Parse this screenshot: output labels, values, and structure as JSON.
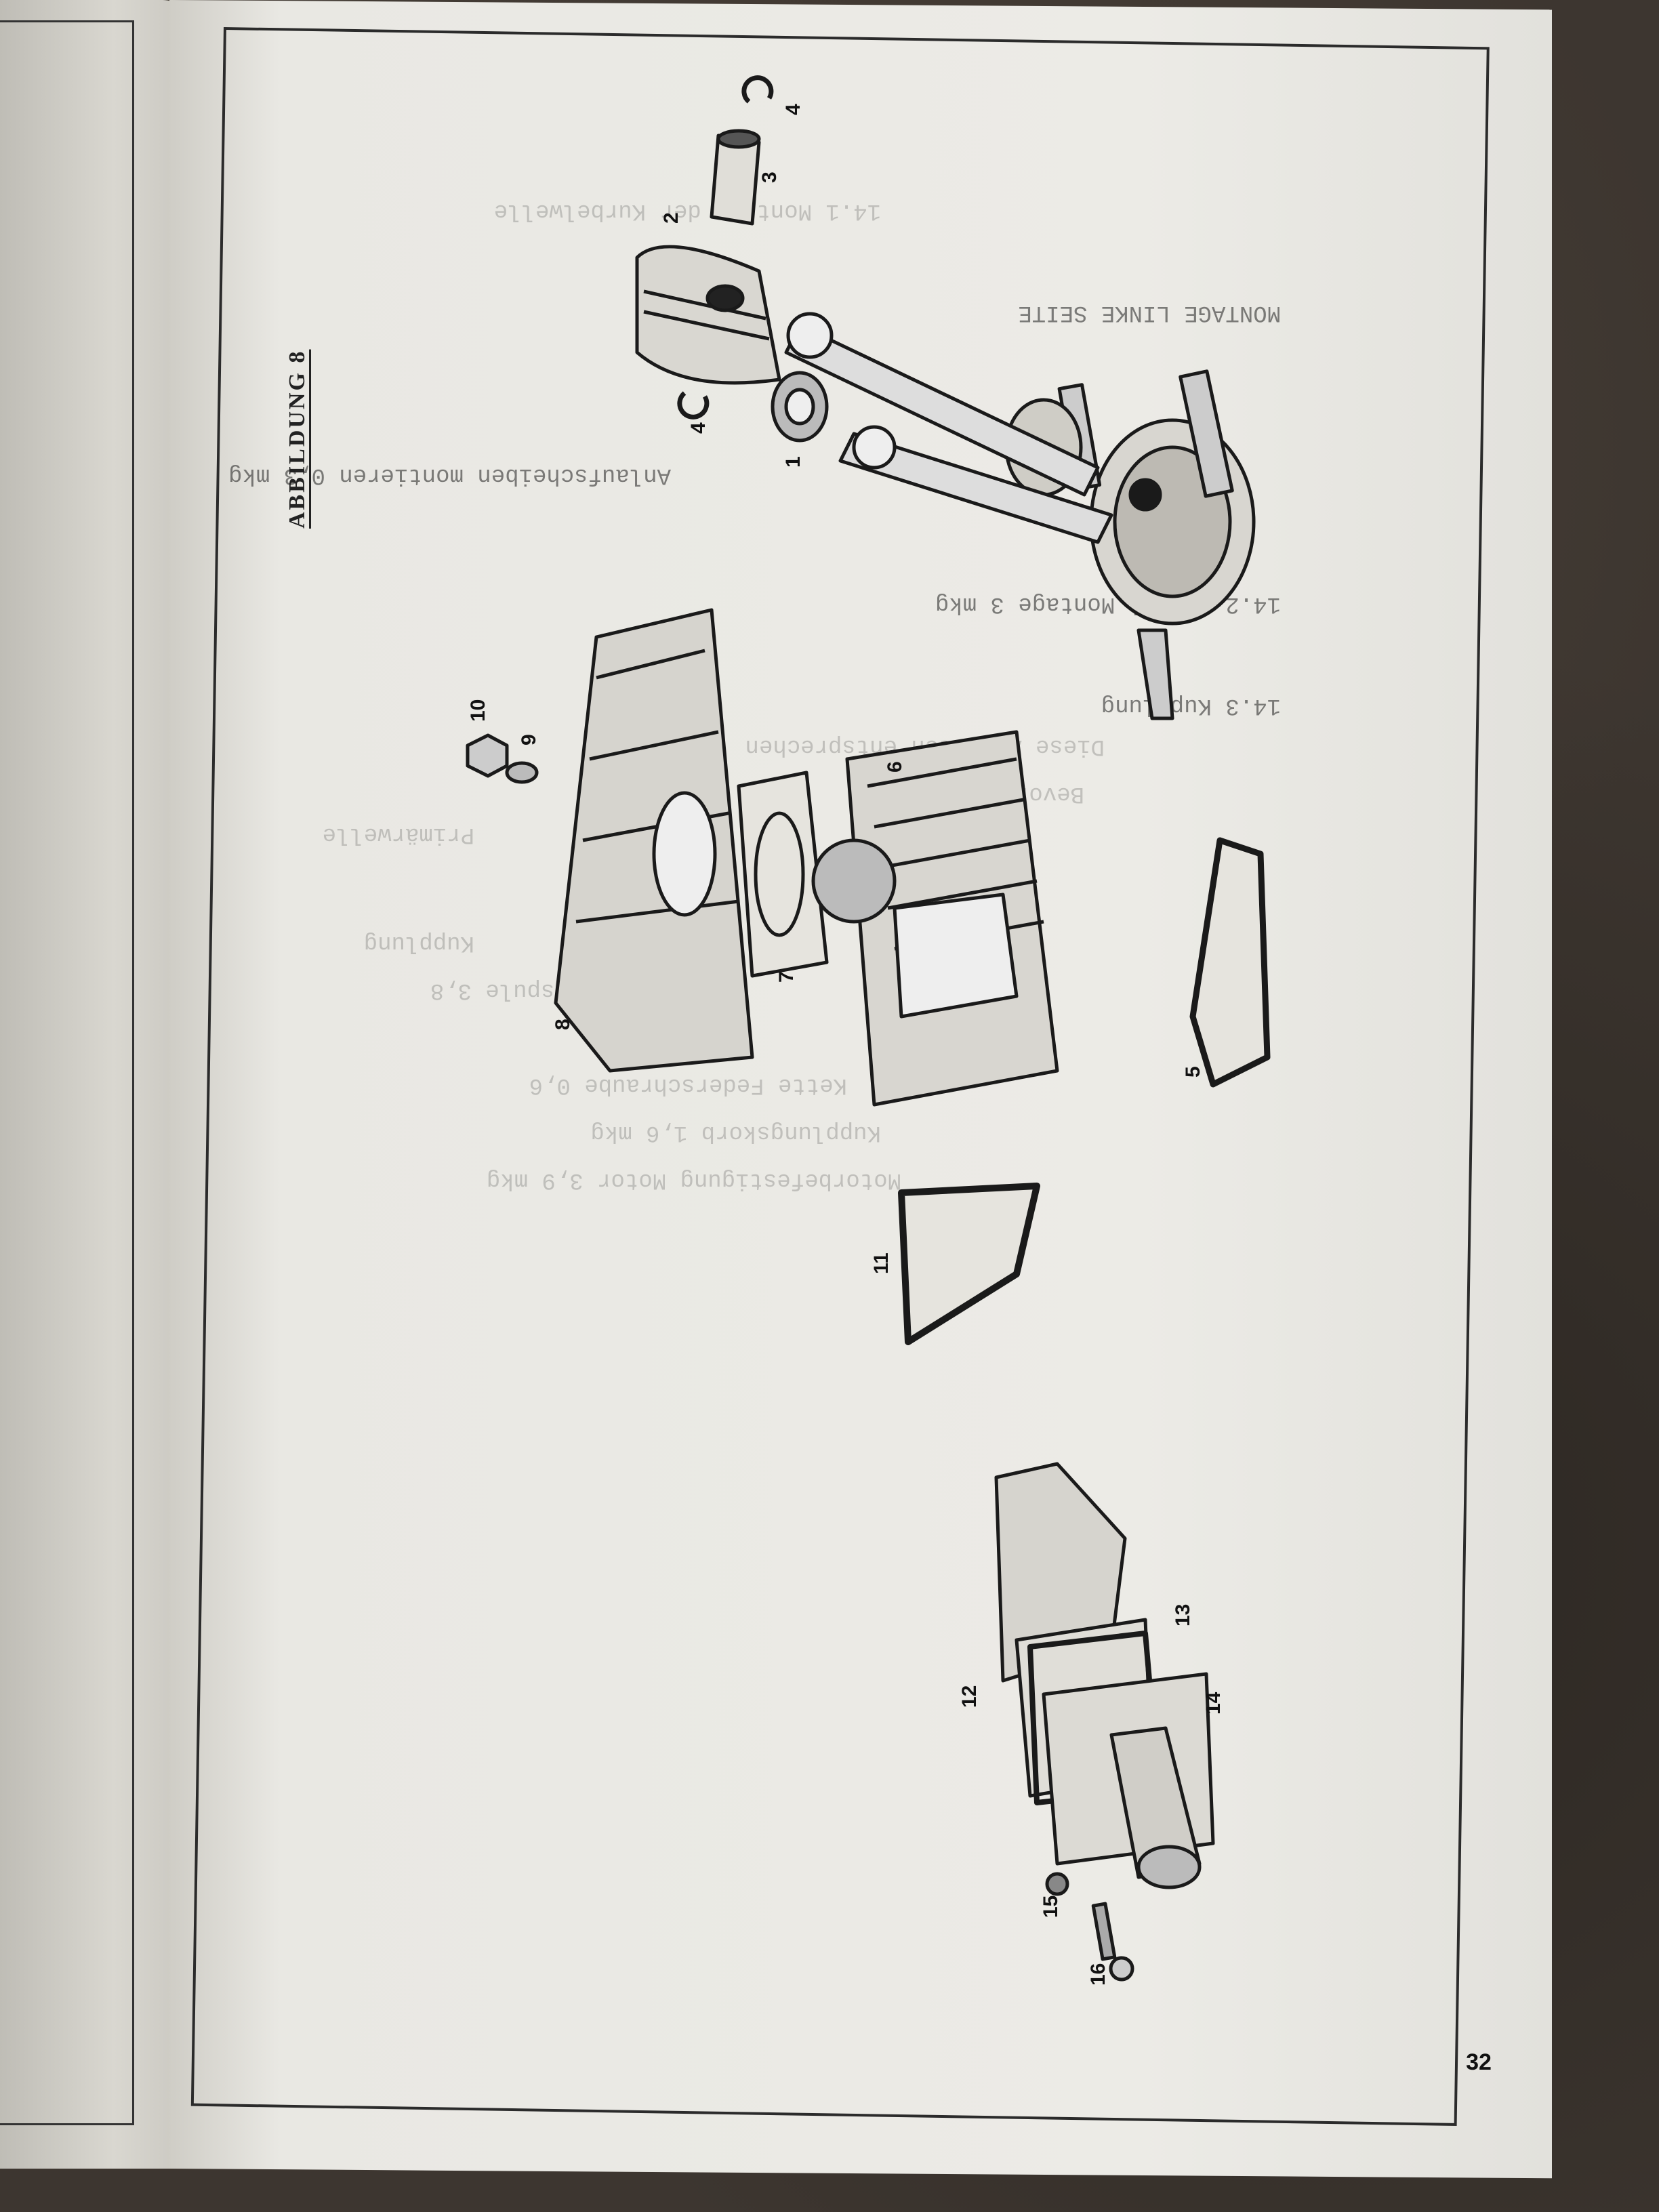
{
  "document": {
    "figure_title": "ABBILDUNG 8",
    "page_number": "32"
  },
  "part_labels": [
    "1",
    "2",
    "3",
    "4",
    "4",
    "5",
    "6",
    "7",
    "8",
    "9",
    "10",
    "11",
    "12",
    "13",
    "14",
    "15",
    "16"
  ],
  "bleed_through_text": [
    "14.1 Montage der Kurbelwelle",
    "MONTAGE LINKE SEITE",
    "Anlaufscheiben montieren   0,3 mkg",
    "14.2 Ritzel Montage   3 mkg",
    "14.3 Kupplung",
    "Diese Arbeiten entsprechen",
    "Bevor zur Montage",
    "Primärwelle",
    "Kupplung",
    "Zündspule   3,8",
    "Kette Federschraube   0,6",
    "Kupplungskorb   1,6 mkg",
    "Motorbefestigung Motor   3,9 mkg"
  ]
}
